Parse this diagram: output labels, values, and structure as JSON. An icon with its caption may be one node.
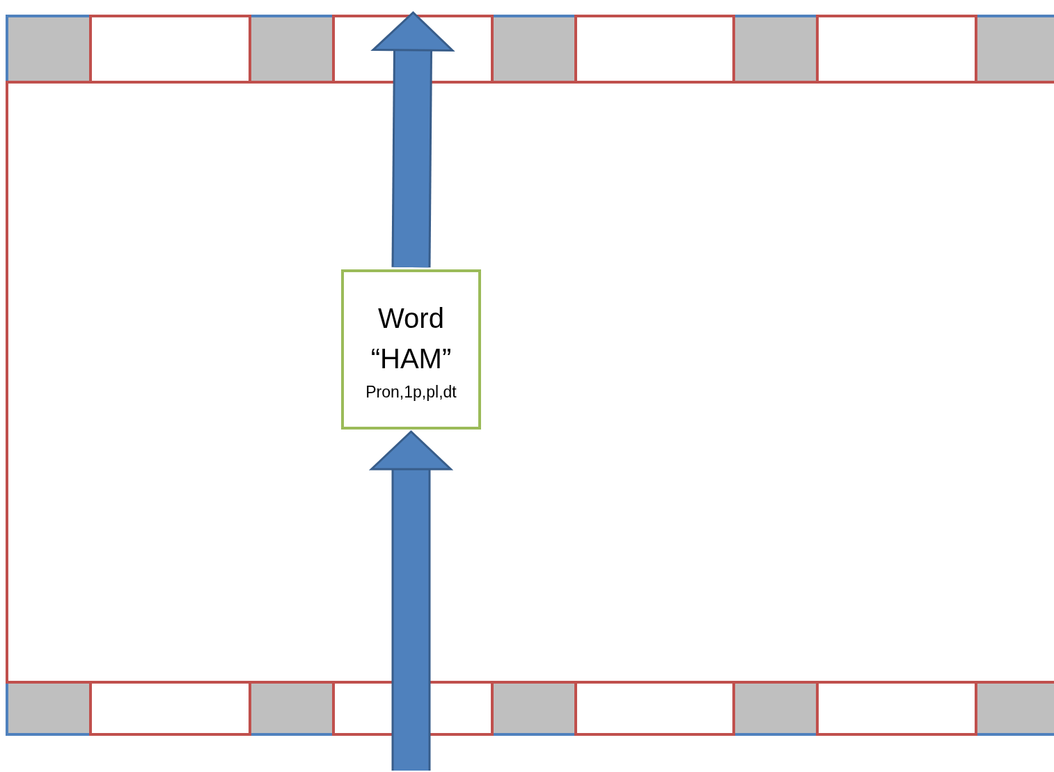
{
  "diagram": {
    "nodes": [
      {
        "text": [],
        "shape": "box"
      },
      {
        "text": [],
        "shape": "box"
      },
      {
        "text": [],
        "shape": "box"
      },
      {
        "text": [],
        "shape": "box"
      },
      {
        "text": [],
        "shape": "box"
      },
      {
        "text": [],
        "shape": "box"
      },
      {
        "text": [],
        "shape": "box"
      },
      {
        "text": [],
        "shape": "box"
      },
      {
        "text": [],
        "shape": "box"
      },
      {
        "text": [],
        "shape": "box"
      },
      {
        "text": [
          "Word “HAM”",
          "Pron,1p,pl,dt"
        ],
        "in": 9
      },
      {
        "text": [],
        "shape": "box"
      },
      {
        "text": [],
        "shape": "box"
      },
      {
        "text": [],
        "shape": "box"
      },
      {
        "text": [],
        "shape": "box"
      },
      {
        "text": [],
        "shape": "box"
      },
      {
        "text": [],
        "shape": "box"
      },
      {
        "text": [],
        "shape": "box"
      },
      {
        "text": [],
        "shape": "box"
      },
      {
        "text": [],
        "shape": "box"
      }
    ],
    "edges": [
      {
        "from": 10,
        "to": 3,
        "arrow": "to"
      },
      {
        "from": null,
        "to": 10,
        "arrow": "to"
      }
    ]
  }
}
